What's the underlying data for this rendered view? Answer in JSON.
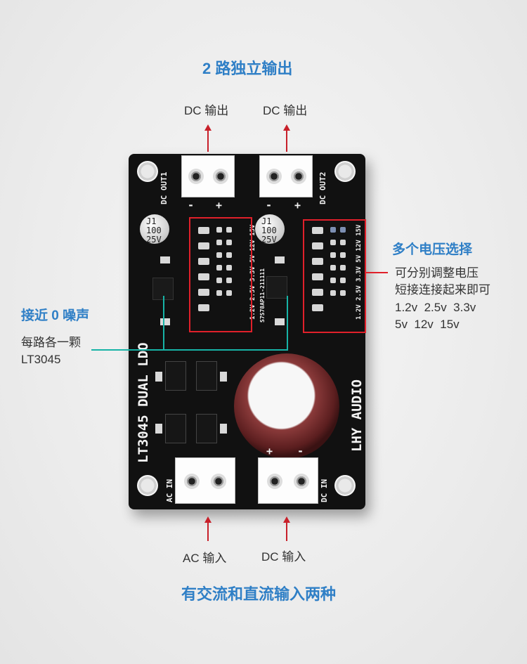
{
  "headline_top": "2 路独立输出",
  "headline_bottom": "有交流和直流输入两种",
  "output_labels": [
    "DC 输出",
    "DC 输出"
  ],
  "input_labels": [
    "AC 输入",
    "DC 输入"
  ],
  "callout_voltage": {
    "title": "多个电压选择",
    "lines": [
      "可分别调整电压",
      "短接连接起来即可",
      "1.2v  2.5v  3.3v",
      "5v  12v  15v"
    ]
  },
  "callout_noise": {
    "title": "接近 0 噪声",
    "lines": [
      "每路各一颗",
      "LT3045"
    ]
  },
  "board": {
    "out1_label": "DC OUT1",
    "out2_label": "DC OUT2",
    "ac_in_label": "AC IN",
    "dc_in_label": "DC IN",
    "name": "LT3045 DUAL LDO",
    "brand": "LHY AUDIO",
    "minus": "-",
    "plus": "+",
    "cap_text": [
      "J1",
      "100",
      "25V"
    ],
    "jumper_voltages": "1.2V 2.5V 3.3V 5V 12V 15V",
    "serial": "S7S78AP11-211111"
  },
  "colors": {
    "headline": "#2f7fc6",
    "arrow": "#c8202a",
    "highlight_box": "#e0202a",
    "leader_line": "#17b3a6",
    "pcb": "#111111"
  }
}
